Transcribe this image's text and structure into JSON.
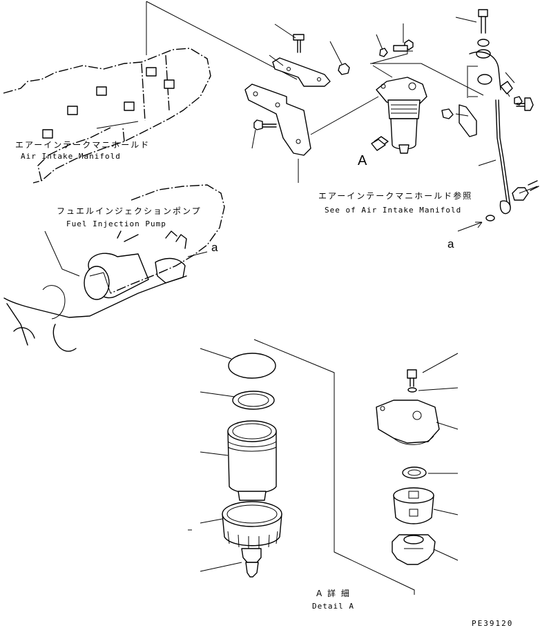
{
  "labels": {
    "air_intake_manifold_jp": "エアーインテークマニホールド",
    "air_intake_manifold_en": "Air Intake Manifold",
    "fuel_injection_pump_jp": "フュエルインジェクションポンプ",
    "fuel_injection_pump_en": "Fuel Injection Pump",
    "see_air_intake_jp": "エアーインテークマニホールド参照",
    "see_air_intake_en": "See of Air Intake Manifold",
    "view_a": "A",
    "ref_a_left": "a",
    "ref_a_right": "a",
    "detail_a_jp": "A 詳 細",
    "detail_a_en": "Detail A",
    "drawing_code": "PE39120"
  }
}
